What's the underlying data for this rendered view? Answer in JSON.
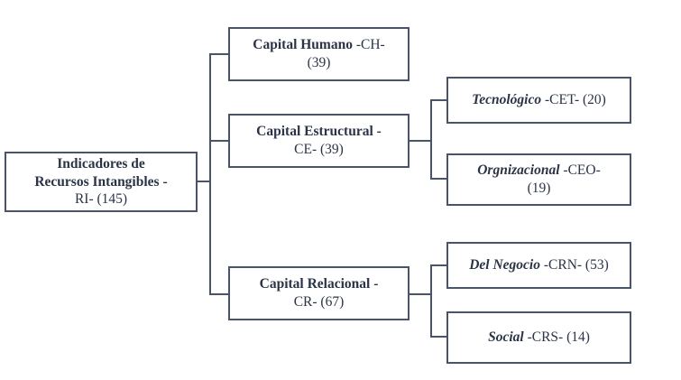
{
  "diagram": {
    "type": "hierarchy-tree",
    "title": "Indicadores de Recursos Intangibles",
    "colors": {
      "border": "#4a5468",
      "text": "#2b3446",
      "background": "#ffffff",
      "connector": "#4a5468"
    },
    "nodes": {
      "root": {
        "name_line1": "Indicadores de",
        "name_line2": "Recursos Intangibles -",
        "code_line": "RI- (145)",
        "code": "RI",
        "count": 145
      },
      "capital_humano": {
        "name": "Capital Humano",
        "code_text": " -CH-",
        "count_text": "(39)",
        "code": "CH",
        "count": 39
      },
      "capital_estructural": {
        "name": "Capital Estructural -",
        "code_text": "",
        "count_text": "CE- (39)",
        "code": "CE",
        "count": 39
      },
      "capital_relacional": {
        "name": "Capital Relacional -",
        "code_text": "",
        "count_text": "CR- (67)",
        "code": "CR",
        "count": 67
      },
      "tecnologico": {
        "name": "Tecnológico",
        "code_text": " -CET- (20)",
        "count_text": "",
        "code": "CET",
        "count": 20
      },
      "organizacional": {
        "name": "Orgnizacional",
        "code_text": " -CEO-",
        "count_text": "(19)",
        "code": "CEO",
        "count": 19
      },
      "del_negocio": {
        "name": "Del Negocio",
        "code_text": " -CRN- (53)",
        "count_text": "",
        "code": "CRN",
        "count": 53
      },
      "social": {
        "name": "Social",
        "code_text": " -CRS- (14)",
        "count_text": "",
        "code": "CRS",
        "count": 14
      }
    }
  }
}
